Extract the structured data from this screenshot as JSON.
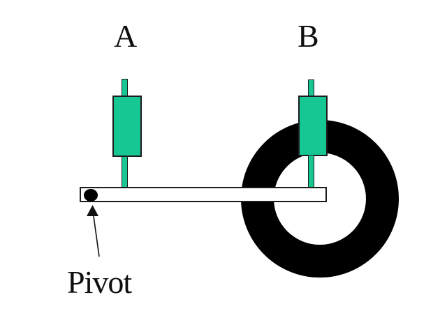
{
  "labels": {
    "a": "A",
    "b": "B",
    "pivot": "Pivot"
  },
  "colors": {
    "spring_green": "#17c793",
    "ring": "#000000",
    "bar_fill": "#ffffff",
    "outline": "#1c1c1c",
    "background": "#ffffff",
    "text": "#0f0f0f"
  }
}
